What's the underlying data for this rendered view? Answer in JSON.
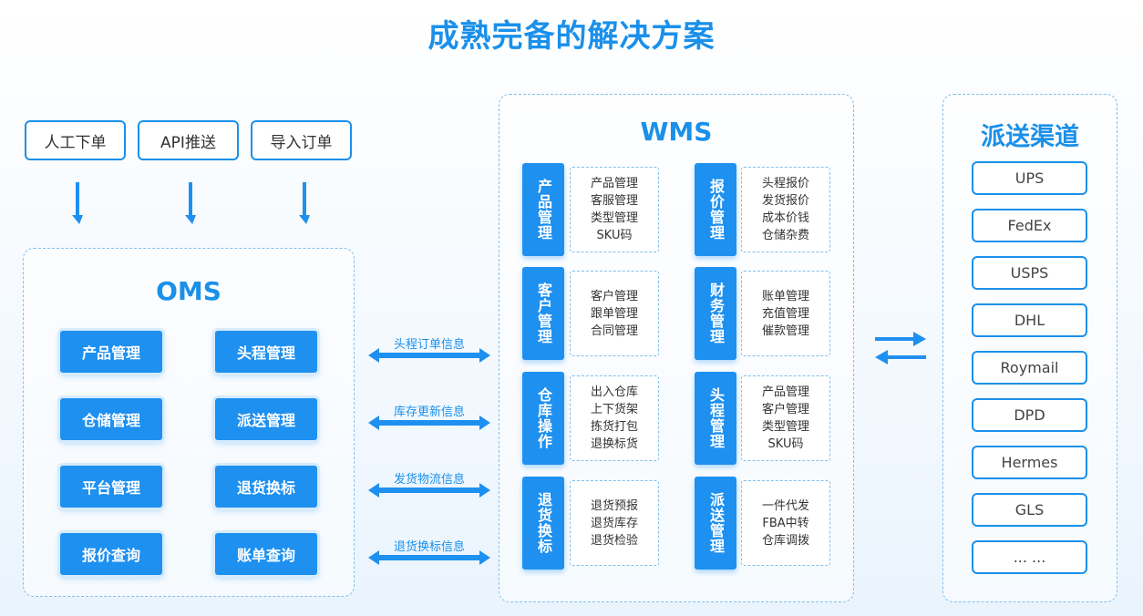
{
  "title": "成熟完备的解决方案",
  "inputs": [
    "人工下单",
    "API推送",
    "导入订单"
  ],
  "oms": {
    "title": "OMS",
    "buttons": [
      "产品管理",
      "头程管理",
      "仓储管理",
      "派送管理",
      "平台管理",
      "退货换标",
      "报价查询",
      "账单查询"
    ]
  },
  "flows": [
    "头程订单信息",
    "库存更新信息",
    "发货物流信息",
    "退货换标信息"
  ],
  "wms": {
    "title": "WMS",
    "modules": [
      {
        "head": "产品管理",
        "items": [
          "产品管理",
          "客服管理",
          "类型管理",
          "SKU码"
        ]
      },
      {
        "head": "报价管理",
        "items": [
          "头程报价",
          "发货报价",
          "成本价钱",
          "仓储杂费"
        ]
      },
      {
        "head": "客户管理",
        "items": [
          "客户管理",
          "跟单管理",
          "合同管理"
        ]
      },
      {
        "head": "财务管理",
        "items": [
          "账单管理",
          "充值管理",
          "催款管理"
        ]
      },
      {
        "head": "仓库操作",
        "items": [
          "出入仓库",
          "上下货架",
          "拣货打包",
          "退换标货"
        ]
      },
      {
        "head": "头程管理",
        "items": [
          "产品管理",
          "客户管理",
          "类型管理",
          "SKU码"
        ]
      },
      {
        "head": "退货换标",
        "items": [
          "退货预报",
          "退货库存",
          "退货检验"
        ]
      },
      {
        "head": "派送管理",
        "items": [
          "一件代发",
          "FBA中转",
          "仓库调拨"
        ]
      }
    ]
  },
  "channels": {
    "title": "派送渠道",
    "items": [
      "UPS",
      "FedEx",
      "USPS",
      "DHL",
      "Roymail",
      "DPD",
      "Hermes",
      "GLS",
      "... ..."
    ]
  },
  "colors": {
    "accent": "#1a90ea",
    "button": "#1e90f0",
    "dashed": "#7fc0ee"
  }
}
